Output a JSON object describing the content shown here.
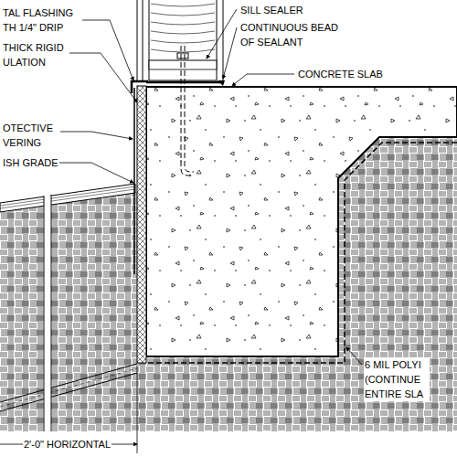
{
  "diagram": {
    "labels": [
      "TAL FLASHING TH 1/4\" DRIP",
      "THICK RIGID ULATION",
      "OTECTIVE VERING",
      "ISH GRADE",
      "SILL SEALER",
      "CONTINUOUS BEAD OF SEALANT",
      "CONCRETE SLAB",
      "6 MIL POLYI (CONTINUE ENTIRE SLA",
      "2'-0\" HORIZONTAL"
    ]
  }
}
